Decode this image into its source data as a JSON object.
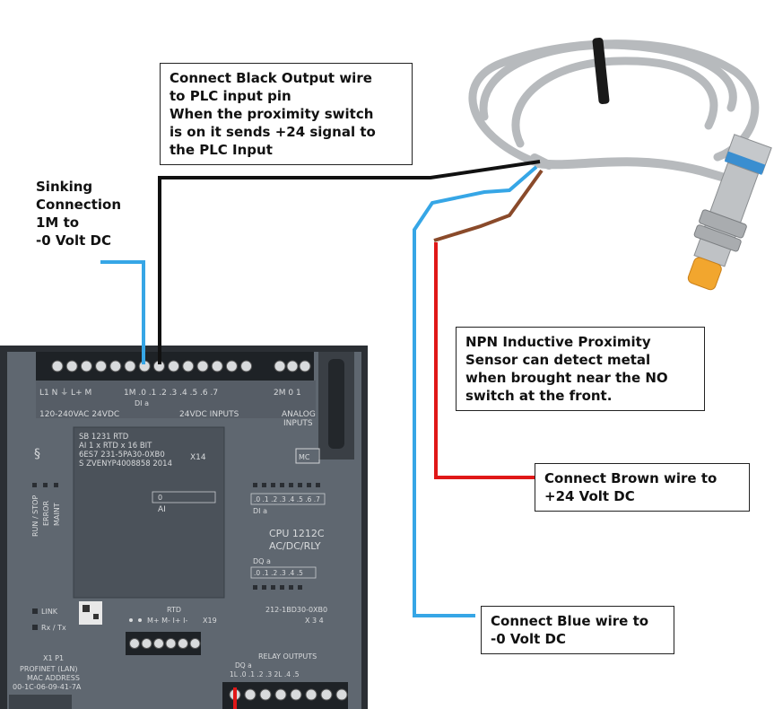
{
  "callouts": {
    "sinking": "Sinking\nConnection\n1M to\n-0 Volt DC",
    "black_wire": "Connect Black Output wire\nto PLC input pin\nWhen the proximity switch\nis on it sends +24 signal to\nthe PLC Input",
    "sensor": "NPN Inductive Proximity\nSensor can detect metal\nwhen brought near the NO\nswitch at the front.",
    "brown_wire": "Connect Brown wire to\n+24 Volt DC",
    "blue_wire": "Connect Blue wire to\n-0 Volt DC"
  },
  "plc": {
    "power_labels": "L1   N   ⏚   L+   M",
    "input_labels": "1M  .0  .1  .2  .3  .4  .5  .6  .7",
    "analog_labels": "2M  0  1",
    "supply_text": "120-240VAC  24VDC",
    "di_label": "DI a",
    "inputs_text": "24VDC INPUTS",
    "analog_text": "ANALOG",
    "analog_text2": "INPUTS",
    "sb_line1": "SB 1231 RTD",
    "sb_line2": "AI 1 x RTD x 16 BIT",
    "sb_line3": "6ES7 231-5PA30-0XB0",
    "sb_line4": "S ZVENYP4008858  2014",
    "sb_code": "X14",
    "ai_label": "AI",
    "ai_zero": "0",
    "mc_label": "MC",
    "status_run": "RUN / STOP",
    "status_error": "ERROR",
    "status_maint": "MAINT",
    "di_row": ".0  .1  .2  .3  .4  .5  .6  .7",
    "di_a": "DI a",
    "cpu_line1": "CPU 1212C",
    "cpu_line2": "AC/DC/RLY",
    "dq_label": "DQ a",
    "dq_row": ".0  .1  .2  .3  .4  .5",
    "link": "LINK",
    "rxtx": "Rx / Tx",
    "rtd": "RTD",
    "rtd_terms": "M+  M-  I+  I-",
    "x19": "X19",
    "part_no": "212-1BD30-0XB0",
    "x34": "X 3 4",
    "relay_outputs": "RELAY OUTPUTS",
    "dq_a2": "DQ a",
    "relay_row": "1L  .0  .1  .2  .3  2L  .4  .5",
    "x1p1": "X1 P1",
    "profinet": "PROFINET (LAN)",
    "mac_label": "MAC ADDRESS",
    "mac": "00-1C-06-09-41-7A"
  },
  "colors": {
    "black_wire": "#111111",
    "blue_wire": "#36a6e6",
    "red_wire": "#e01818",
    "brown_wire": "#8a4a2a",
    "plc_body": "#5f6770",
    "plc_dark": "#2b2f34"
  }
}
